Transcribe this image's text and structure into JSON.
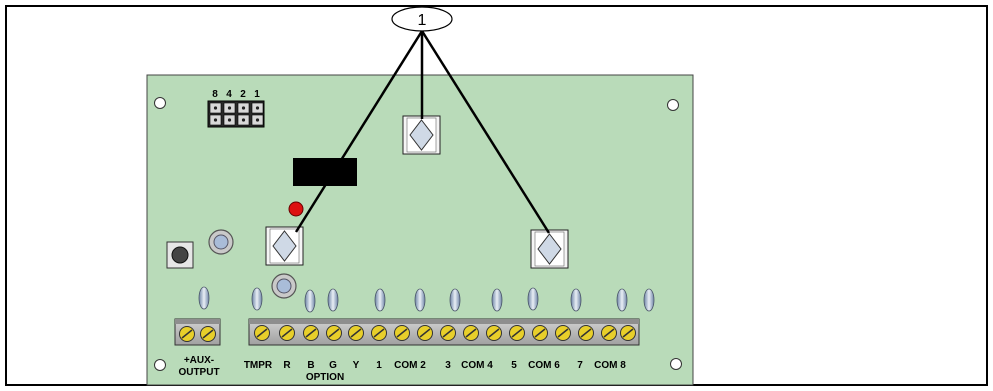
{
  "callout": {
    "label": "1"
  },
  "dip_switch": {
    "labels": [
      "8",
      "4",
      "2",
      "1"
    ]
  },
  "terminals": {
    "aux_label_top": "+AUX-",
    "aux_label_bottom": "OUTPUT",
    "tmpr": "TMPR",
    "r": "R",
    "b": "B",
    "g": "G",
    "y": "Y",
    "option": "OPTION",
    "z1": "1",
    "com2": "COM 2",
    "z3": "3",
    "com4": "COM 4",
    "z5": "5",
    "com6": "COM 6",
    "z7": "7",
    "com8": "COM 8"
  },
  "colors": {
    "board": "#b9dbb9",
    "led": "#dd1111",
    "screw": "#e8cf2a",
    "strip": "#b5b5b5",
    "chip": "#000000"
  }
}
